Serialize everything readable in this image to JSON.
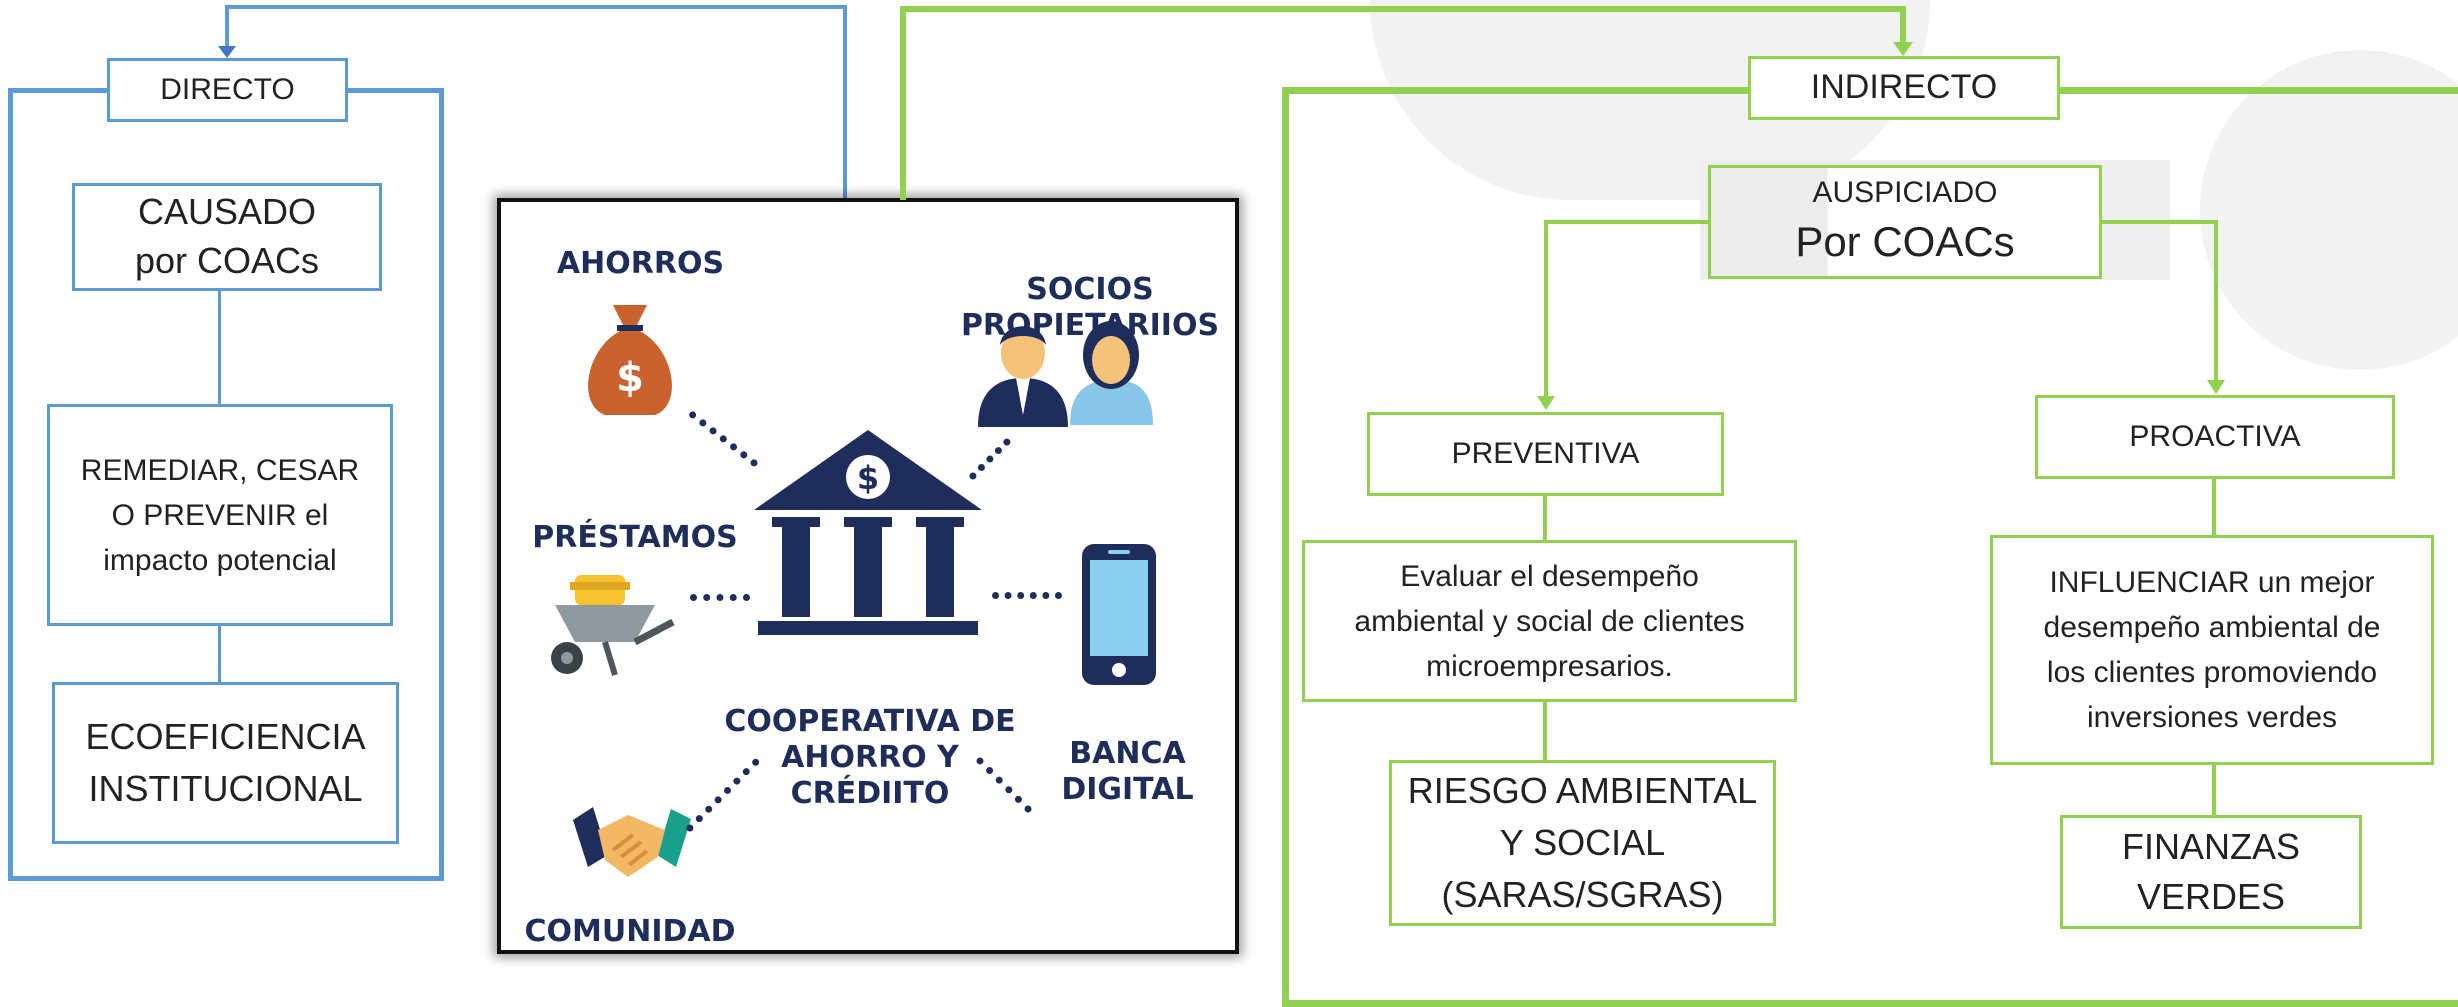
{
  "left": {
    "header": "DIRECTO",
    "box1": "CAUSADO\npor COACs",
    "box2": "REMEDIAR, CESAR\nO PREVENIR el\nimpacto potencial",
    "box3": "ECOEFICIENCIA\nINSTITUCIONAL",
    "color": "#5b9bd5"
  },
  "right": {
    "header": "INDIRECTO",
    "auspiciado_small": "AUSPICIADO",
    "auspiciado_big": "Por COACs",
    "preventiva": {
      "title": "PREVENTIVA",
      "desc": "Evaluar el desempeño\nambiental y social de clientes\nmicroempresarios.",
      "result": "RIESGO AMBIENTAL\nY SOCIAL\n(SARAS/SGRAS)"
    },
    "proactiva": {
      "title": "PROACTIVA",
      "desc": "INFLUENCIAR un mejor\ndesempeño ambiental de\nlos clientes promoviendo\ninversiones verdes",
      "result": "FINANZAS\nVERDES"
    },
    "color": "#92d050"
  },
  "center": {
    "ahorros": "AHORROS",
    "socios": "SOCIOS\nPROPIETARIIOS",
    "prestamos": "PRÉSTAMOS",
    "cooperativa": "COOPERATIVA DE\nAHORRO Y CRÉDIITO",
    "banca": "BANCA\nDIGITAL",
    "comunidad": "COMUNIDAD",
    "icons": [
      "money-bag-icon",
      "people-icon",
      "bank-icon",
      "wheelbarrow-icon",
      "phone-icon",
      "handshake-icon"
    ],
    "text_color": "#1f2d5a"
  }
}
